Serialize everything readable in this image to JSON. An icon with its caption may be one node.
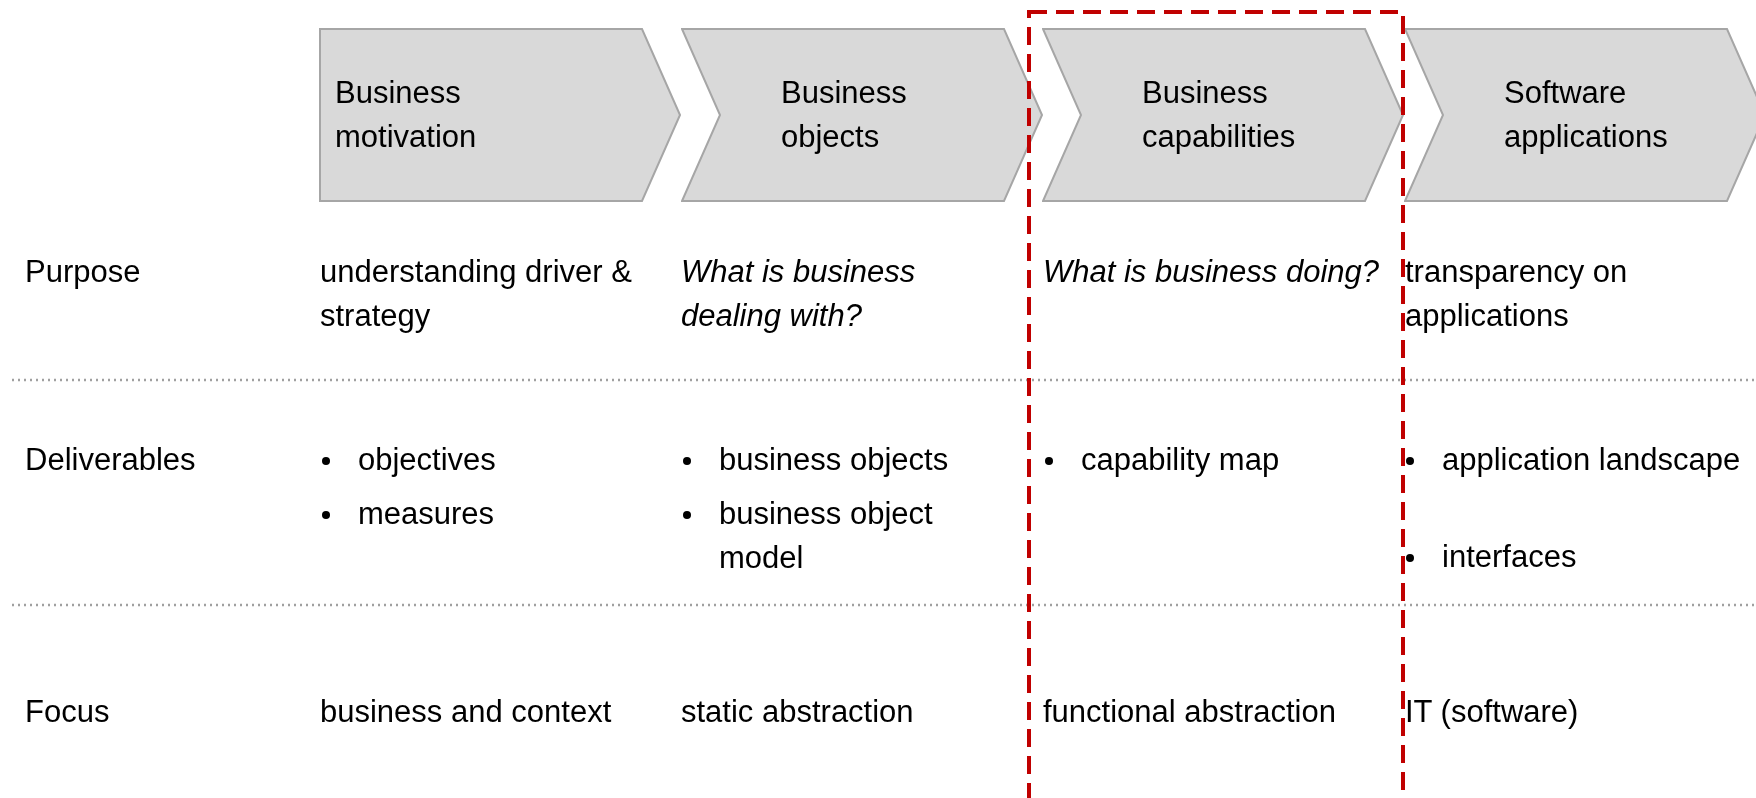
{
  "diagram": {
    "nodes": [
      {
        "text": [
          "Business motivation"
        ]
      },
      {
        "text": [
          "Business objects"
        ]
      },
      {
        "text": [
          "Business capabilities"
        ]
      },
      {
        "text": [
          "Software applications"
        ]
      }
    ],
    "labels": [
      "Purpose",
      "understanding driver & strategy",
      "What is business dealing with?",
      "What is business doing?",
      "transparency on applications",
      "Deliverables",
      "objectives",
      "measures",
      "business objects",
      "business object model",
      "capability map",
      "application landscape",
      "interfaces",
      "Focus",
      "business and context",
      "static abstraction",
      "functional abstraction",
      "IT (software)"
    ]
  }
}
